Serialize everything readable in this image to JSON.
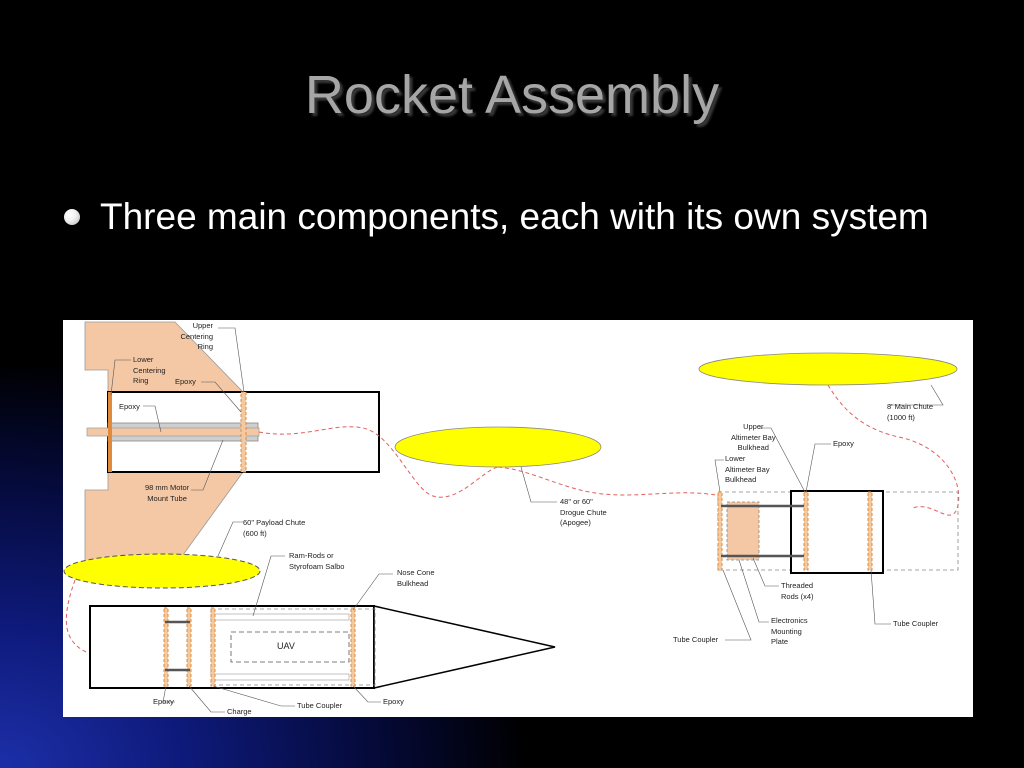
{
  "slide": {
    "title": "Rocket Assembly",
    "bullet": "Three main components, each with its own system"
  },
  "diagram": {
    "labels": {
      "upper_centering_ring": "Upper\nCentering\nRing",
      "lower_centering_ring": "Lower\nCentering\nRing",
      "epoxy_top": "Epoxy",
      "epoxy_inner": "Epoxy",
      "motor_mount_tube": "98 mm Motor\nMount Tube",
      "payload_chute": "60\" Payload Chute\n(600 ft)",
      "ram_rods": "Ram-Rods or\nStyrofoam Salbo",
      "nose_cone_bulkhead": "Nose Cone\nBulkhead",
      "uav": "UAV",
      "epoxy_bottom_left": "Epoxy",
      "charge": "Charge",
      "tube_coupler_payload": "Tube Coupler",
      "epoxy_bottom_right": "Epoxy",
      "drogue_chute": "48\" or 60\"\nDrogue Chute\n(Apogee)",
      "main_chute": "8' Main Chute\n(1000 ft)",
      "upper_altimeter_bay_bulkhead": "Upper\nAltimeter Bay\nBulkhead",
      "lower_altimeter_bay_bulkhead": "Lower\nAltimeter Bay\nBulkhead",
      "epoxy_avbay": "Epoxy",
      "threaded_rods": "Threaded\nRods (x4)",
      "electronics_mounting_plate": "Electronics\nMounting\nPlate",
      "tube_coupler_left": "Tube Coupler",
      "tube_coupler_right": "Tube Coupler"
    },
    "colors": {
      "fin": "#f5c8a5",
      "chute": "#ffff00",
      "ring": "#e08a3c",
      "cord": "#e06060"
    }
  }
}
